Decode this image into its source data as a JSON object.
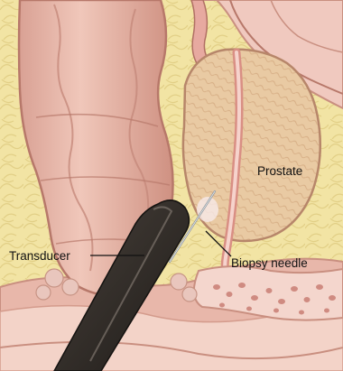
{
  "labels": {
    "prostate": "Prostate",
    "transducer": "Transducer",
    "biopsy_needle": "Biopsy needle"
  },
  "colors": {
    "background": "#f3e6a8",
    "fat_tissue": "#ede09a",
    "rectum_wall": "#e9b6a8",
    "rectum_shadow": "#c98e7f",
    "prostate": "#e8c9a6",
    "urethra": "#f0c0b8",
    "transducer": "#3b3530",
    "needle": "#9aa0a6"
  },
  "icons": [
    "transducer-probe",
    "biopsy-needle"
  ]
}
